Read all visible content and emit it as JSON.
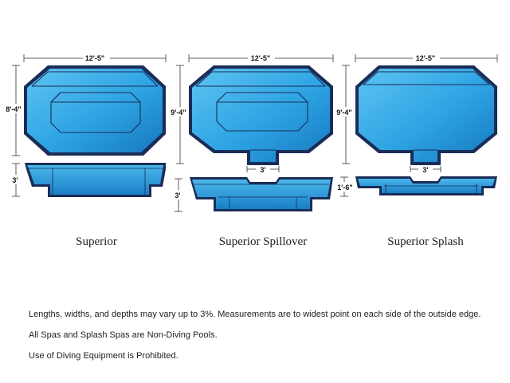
{
  "colors": {
    "water_light": "#5ec4f2",
    "water_mid": "#2da3e3",
    "water_dark": "#1678bf",
    "outline": "#1a2d58",
    "dimension_line": "#333333"
  },
  "pools": [
    {
      "name": "Superior",
      "width_label": "12'-5\"",
      "length_label": "8'-4\"",
      "depth_label": "3'"
    },
    {
      "name": "Superior Spillover",
      "width_label": "12'-5\"",
      "length_label": "9'-4\"",
      "spill_label": "3'",
      "depth_label": "3'"
    },
    {
      "name": "Superior Splash",
      "width_label": "12'-5\"",
      "length_label": "9'-4\"",
      "spill_label": "3'",
      "depth_label": "1'-6\""
    }
  ],
  "notes": [
    "Lengths, widths, and depths may vary up to 3%. Measurements are to widest point on each side of the outside edge.",
    "All Spas and Splash Spas are Non-Diving Pools.",
    "Use of Diving Equipment is Prohibited."
  ]
}
